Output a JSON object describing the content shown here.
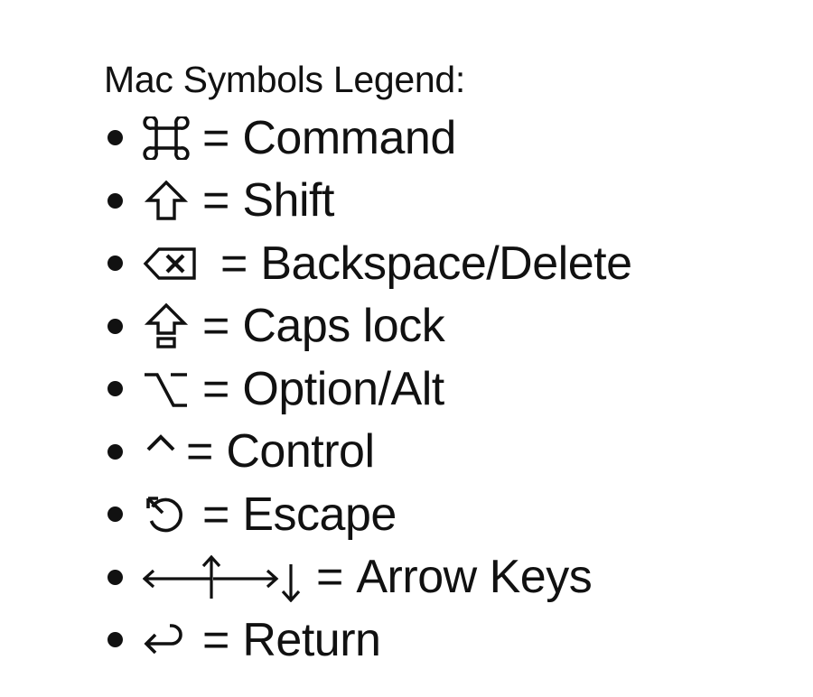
{
  "legend": {
    "title": "Mac Symbols Legend:",
    "items": [
      {
        "icon": "command-icon",
        "symbol": "⌘",
        "equals": "=",
        "label": "Command"
      },
      {
        "icon": "shift-icon",
        "symbol": "⇧",
        "equals": "=",
        "label": "Shift"
      },
      {
        "icon": "backspace-delete-icon",
        "symbol": "⌫",
        "equals": "=",
        "label": "Backspace/Delete"
      },
      {
        "icon": "caps-lock-icon",
        "symbol": "⇪",
        "equals": "=",
        "label": "Caps lock"
      },
      {
        "icon": "option-icon",
        "symbol": "⌥",
        "equals": "=",
        "label": "Option/Alt"
      },
      {
        "icon": "control-icon",
        "symbol": "^",
        "equals": "=",
        "label": "Control"
      },
      {
        "icon": "escape-icon",
        "symbol": "⎋",
        "equals": "=",
        "label": "Escape"
      },
      {
        "icon": "arrow-keys-icon",
        "symbol": "←↑→↓",
        "equals": "=",
        "label": "Arrow Keys"
      },
      {
        "icon": "return-icon",
        "symbol": "↩",
        "equals": "=",
        "label": "Return"
      }
    ]
  },
  "colors": {
    "text": "#111111",
    "background": "#ffffff"
  }
}
